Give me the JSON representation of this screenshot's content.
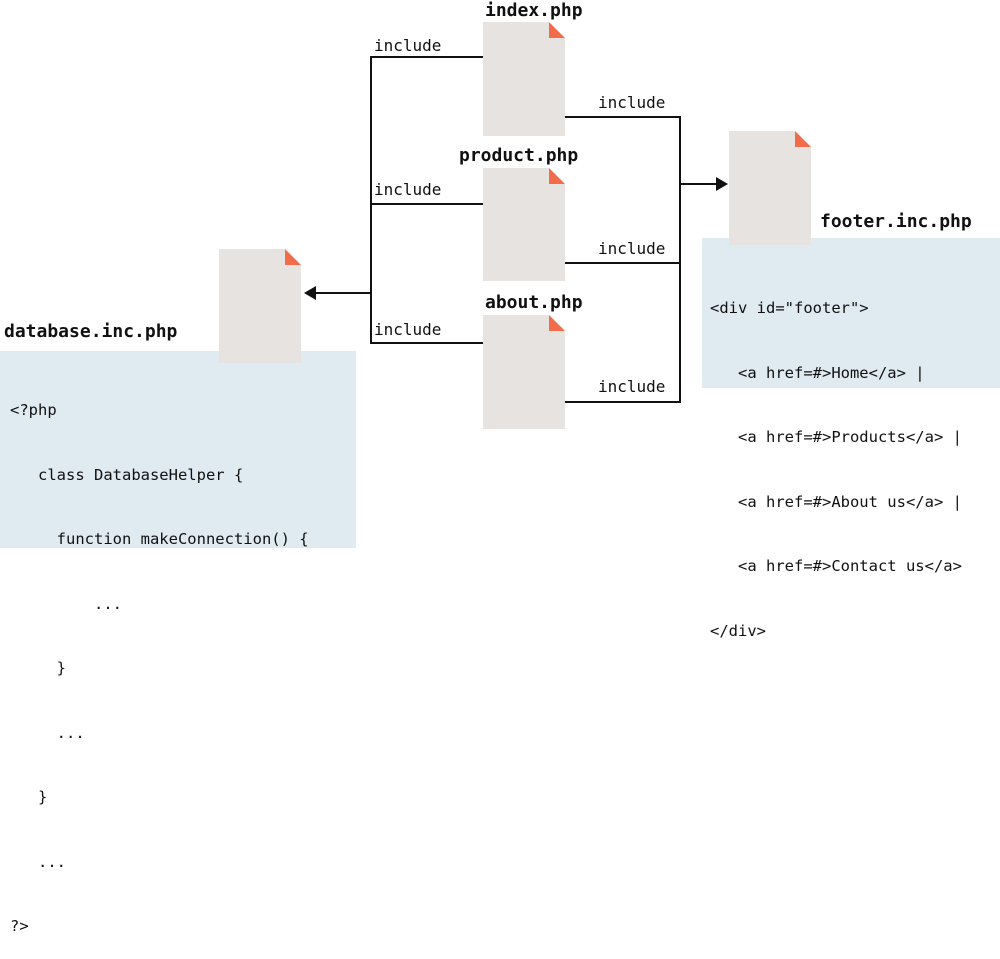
{
  "files": {
    "index": "index.php",
    "product": "product.php",
    "about": "about.php",
    "footer": "footer.inc.php",
    "database": "database.inc.php"
  },
  "edges": {
    "index_to_database": "include",
    "product_to_database": "include",
    "about_to_database": "include",
    "index_to_footer": "include",
    "product_to_footer": "include",
    "about_to_footer": "include"
  },
  "footer_code": [
    "<div id=\"footer\">",
    "   <a href=#>Home</a> |",
    "   <a href=#>Products</a> |",
    "   <a href=#>About us</a> |",
    "   <a href=#>Contact us</a>",
    "</div>"
  ],
  "database_code": [
    "<?php",
    "   class DatabaseHelper {",
    "     function makeConnection() {",
    "         ...",
    "     }",
    "     ...",
    "   }",
    "   ...",
    "?>"
  ],
  "colors": {
    "page": "#e6e3e1",
    "page_corner": "#f26b4a",
    "code_bg": "#dfeaf1",
    "line": "#111111"
  }
}
